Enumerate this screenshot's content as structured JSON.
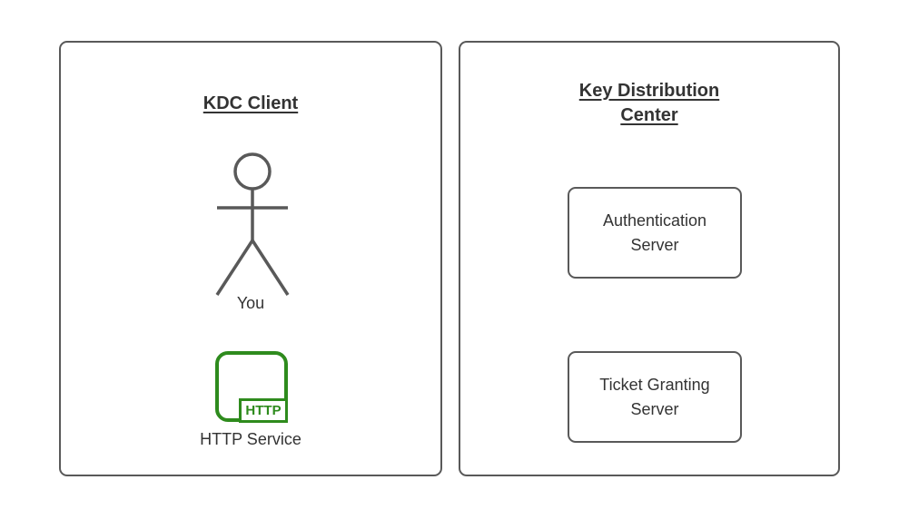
{
  "colors": {
    "background": "#ffffff",
    "border_gray": "#595959",
    "text": "#333333",
    "accent_green": "#2e8b1d"
  },
  "left_panel": {
    "title": "KDC Client",
    "actor_icon": "person-stick-figure-icon",
    "actor_label": "You",
    "service": {
      "badge": "HTTP",
      "label": "HTTP Service"
    }
  },
  "right_panel": {
    "title": "Key Distribution\nCenter",
    "nodes": [
      {
        "label": "Authentication\nServer"
      },
      {
        "label": "Ticket Granting\nServer"
      }
    ]
  }
}
